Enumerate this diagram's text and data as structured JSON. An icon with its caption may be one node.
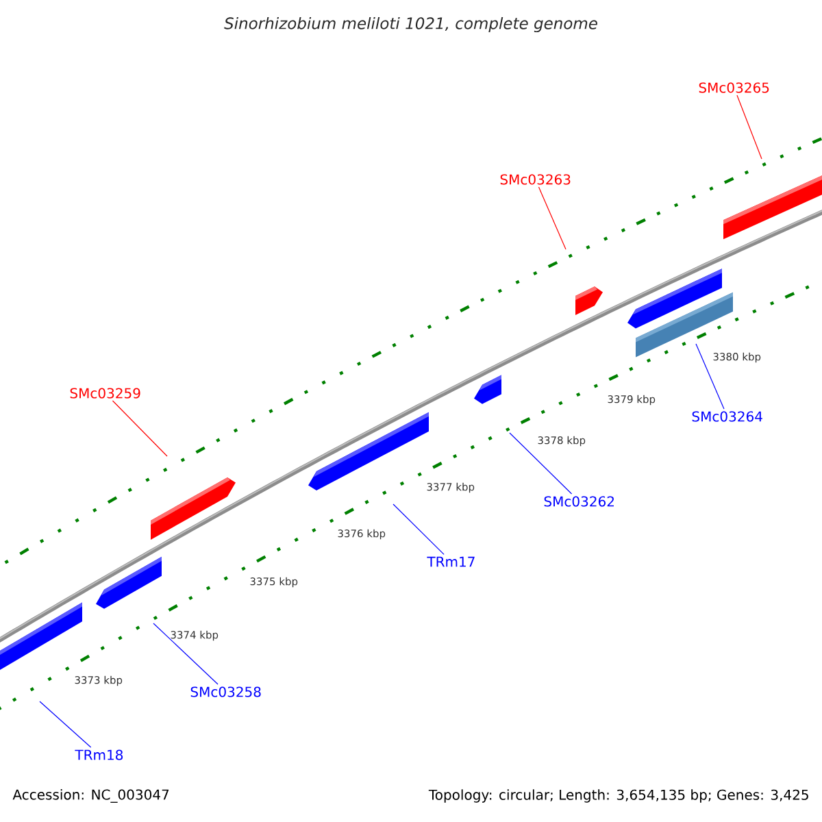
{
  "diagram": {
    "title": "Sinorhizobium meliloti 1021, complete genome",
    "nodes": [
      {
        "text": [
          "SMc03265"
        ]
      },
      {
        "text": [
          "SMc03263"
        ]
      },
      {
        "text": [
          "SMc03259"
        ]
      },
      {
        "text": [
          "SMc03264"
        ]
      },
      {
        "text": [
          "SMc03262"
        ]
      },
      {
        "text": [
          "TRm17"
        ]
      },
      {
        "text": [
          "SMc03258"
        ]
      },
      {
        "text": [
          "TRm18"
        ]
      }
    ],
    "edges": [
      {
        "from": 0,
        "to": null,
        "arrow": "none",
        "color": "#ff0000"
      },
      {
        "from": 1,
        "to": null,
        "arrow": "none",
        "color": "#ff0000"
      },
      {
        "from": 2,
        "to": null,
        "arrow": "none",
        "color": "#ff0000"
      },
      {
        "from": 3,
        "to": null,
        "arrow": "none"
      },
      {
        "from": 4,
        "to": null,
        "arrow": "none"
      },
      {
        "from": 5,
        "to": null,
        "arrow": "none"
      },
      {
        "from": 6,
        "to": null,
        "arrow": "none"
      },
      {
        "from": 7,
        "to": null,
        "arrow": "none"
      }
    ],
    "labels": [
      "3380 kbp",
      "3379 kbp",
      "3378 kbp",
      "3377 kbp",
      "3376 kbp",
      "3375 kbp",
      "3374 kbp",
      "3373 kbp",
      "Accession: NC_003047",
      "Topology: circular; Length: 3,654,135 bp; Genes: 3,425"
    ]
  }
}
